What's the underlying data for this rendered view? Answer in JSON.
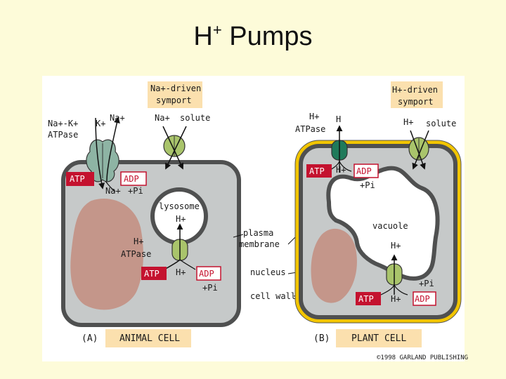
{
  "title": {
    "main": "H",
    "sup": "+",
    "rest": " Pumps"
  },
  "animal": {
    "panel_letter": "(A)",
    "name": "ANIMAL CELL",
    "symport_l1": "Na+-driven",
    "symport_l2": "symport",
    "nak_l1": "Na+-K+",
    "nak_l2": "ATPase",
    "k_label": "K+",
    "na_top": "Na+",
    "na_symport": "Na+",
    "solute": "solute",
    "atp": "ATP",
    "adp": "ADP",
    "na_bottom": "Na+",
    "pi": "+Pi",
    "lysosome": "lysosome",
    "lyso_h": "H+",
    "hatp_l1": "H+",
    "hatp_l2": "ATPase",
    "atp2": "ATP",
    "h2": "H+",
    "adp2": "ADP",
    "pi2": "+Pi"
  },
  "middle": {
    "plasma_l1": "plasma",
    "plasma_l2": "membrane",
    "nucleus": "nucleus",
    "cell_wall": "cell wall"
  },
  "plant": {
    "panel_letter": "(B)",
    "name": "PLANT CELL",
    "symport_l1": "H+-driven",
    "symport_l2": "symport",
    "hatp_l1": "H+",
    "hatp_l2": "ATPase",
    "h_out": "H",
    "h_symport": "H+",
    "solute": "solute",
    "atp": "ATP",
    "h_in": "H+",
    "adp": "ADP",
    "pi": "+Pi",
    "vacuole": "vacuole",
    "vac_h": "H+",
    "atp2": "ATP",
    "h2": "H+",
    "pi2": "+Pi",
    "adp2": "ADP"
  },
  "copyright": "©1998 GARLAND PUBLISHING",
  "colors": {
    "background": "#fdfbd9",
    "cytoplasm": "#c6c9c9",
    "membrane": "#4f5050",
    "cell_wall": "#f2c500",
    "nucleus": "#c4968a",
    "atp_box": "#c4122f",
    "label_box": "#fbe0ae",
    "pump_green": "#a9c46b",
    "pump_dark_green": "#1f7a5a",
    "pump_grey_green": "#8eb4a4"
  }
}
